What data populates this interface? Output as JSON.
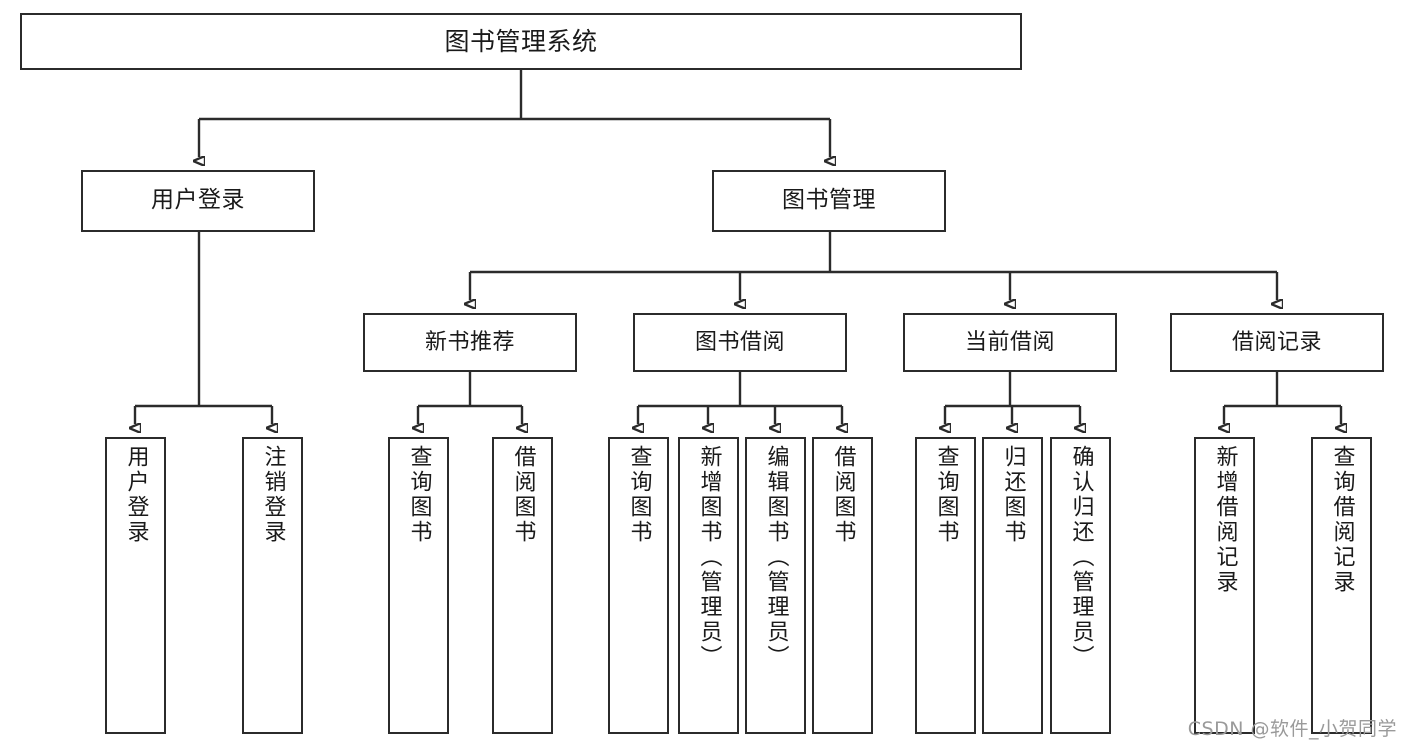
{
  "diagram": {
    "title": "图书管理系统",
    "watermark": "CSDN @软件_小贺同学",
    "stroke_color": "#2b2b2b",
    "background_color": "#ffffff",
    "text_color": "#1a1a1a",
    "watermark_color": "#9a9a9a"
  },
  "nodes": {
    "root": {
      "label": "图书管理系统",
      "level": 0
    },
    "user_login": {
      "label": "用户登录",
      "level": 1
    },
    "book_manage": {
      "label": "图书管理",
      "level": 1
    },
    "new_book_rec": {
      "label": "新书推荐",
      "level": 2
    },
    "book_borrow": {
      "label": "图书借阅",
      "level": 2
    },
    "current_borrow": {
      "label": "当前借阅",
      "level": 2
    },
    "borrow_record": {
      "label": "借阅记录",
      "level": 2
    },
    "leaf_user_login": {
      "label": "用户登录",
      "level": 3
    },
    "leaf_logout": {
      "label": "注销登录",
      "level": 3
    },
    "leaf_query_book_1": {
      "label": "查询图书",
      "level": 3
    },
    "leaf_borrow_book_1": {
      "label": "借阅图书",
      "level": 3
    },
    "leaf_query_book_2": {
      "label": "查询图书",
      "level": 3
    },
    "leaf_add_book": {
      "label": "新增图书（管理员）",
      "level": 3
    },
    "leaf_edit_book": {
      "label": "编辑图书（管理员）",
      "level": 3
    },
    "leaf_borrow_book_2": {
      "label": "借阅图书",
      "level": 3
    },
    "leaf_query_book_3": {
      "label": "查询图书",
      "level": 3
    },
    "leaf_return_book": {
      "label": "归还图书",
      "level": 3
    },
    "leaf_confirm_return": {
      "label": "确认归还（管理员）",
      "level": 3
    },
    "leaf_add_record": {
      "label": "新增借阅记录",
      "level": 3
    },
    "leaf_query_record": {
      "label": "查询借阅记录",
      "level": 3
    }
  },
  "tree": {
    "root_children": [
      "user_login",
      "book_manage"
    ],
    "user_login_children": [
      "leaf_user_login",
      "leaf_logout"
    ],
    "book_manage_children": [
      "new_book_rec",
      "book_borrow",
      "current_borrow",
      "borrow_record"
    ],
    "new_book_rec_children": [
      "leaf_query_book_1",
      "leaf_borrow_book_1"
    ],
    "book_borrow_children": [
      "leaf_query_book_2",
      "leaf_add_book",
      "leaf_edit_book",
      "leaf_borrow_book_2"
    ],
    "current_borrow_children": [
      "leaf_query_book_3",
      "leaf_return_book",
      "leaf_confirm_return"
    ],
    "borrow_record_children": [
      "leaf_add_record",
      "leaf_query_record"
    ]
  }
}
